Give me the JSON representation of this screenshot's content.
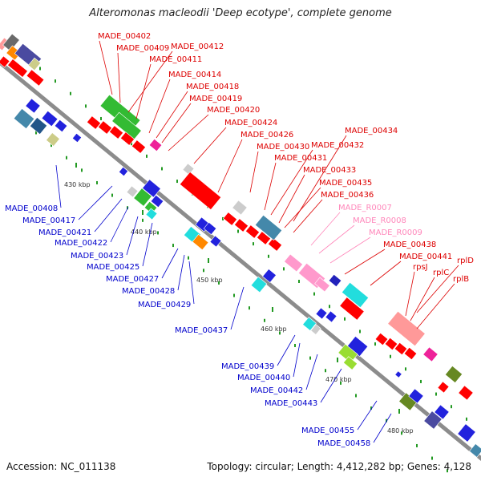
{
  "title": "Alteromonas macleodii 'Deep ecotype', complete genome",
  "footer": {
    "accession": "Accession: NC_011138",
    "summary": "Topology: circular; Length: 4,412,282 bp; Genes: 4,128"
  },
  "colors": {
    "backbone": "#8c8c8c",
    "top_label": "#dd0000",
    "bottom_label": "#0000cc",
    "rna_label": "#ff88bb",
    "tick": "#229922"
  },
  "kbp_markers": [
    "430 kbp",
    "440 kbp",
    "450 kbp",
    "460 kbp",
    "470 kbp",
    "480 kbp"
  ],
  "top_labels": [
    {
      "text": "MADE_00402",
      "kind": "gene"
    },
    {
      "text": "MADE_00409",
      "kind": "gene"
    },
    {
      "text": "MADE_00412",
      "kind": "gene"
    },
    {
      "text": "MADE_00411",
      "kind": "gene"
    },
    {
      "text": "MADE_00414",
      "kind": "gene"
    },
    {
      "text": "MADE_00418",
      "kind": "gene"
    },
    {
      "text": "MADE_00419",
      "kind": "gene"
    },
    {
      "text": "MADE_00420",
      "kind": "gene"
    },
    {
      "text": "MADE_00424",
      "kind": "gene"
    },
    {
      "text": "MADE_00426",
      "kind": "gene"
    },
    {
      "text": "MADE_00434",
      "kind": "gene"
    },
    {
      "text": "MADE_00430",
      "kind": "gene"
    },
    {
      "text": "MADE_00432",
      "kind": "gene"
    },
    {
      "text": "MADE_00431",
      "kind": "gene"
    },
    {
      "text": "MADE_00433",
      "kind": "gene"
    },
    {
      "text": "MADE_00435",
      "kind": "gene"
    },
    {
      "text": "MADE_00436",
      "kind": "gene"
    },
    {
      "text": "MADE_R0007",
      "kind": "rna"
    },
    {
      "text": "MADE_R0008",
      "kind": "rna"
    },
    {
      "text": "MADE_R0009",
      "kind": "rna"
    },
    {
      "text": "MADE_00438",
      "kind": "gene"
    },
    {
      "text": "MADE_00441",
      "kind": "gene"
    },
    {
      "text": "rplD",
      "kind": "gene"
    },
    {
      "text": "rpsJ",
      "kind": "gene"
    },
    {
      "text": "rplC",
      "kind": "gene"
    },
    {
      "text": "rplB",
      "kind": "gene"
    }
  ],
  "bottom_labels": [
    "MADE_00408",
    "MADE_00417",
    "MADE_00421",
    "MADE_00422",
    "MADE_00423",
    "MADE_00425",
    "MADE_00427",
    "MADE_00428",
    "MADE_00429",
    "MADE_00437",
    "MADE_00439",
    "MADE_00440",
    "MADE_00442",
    "MADE_00443",
    "MADE_00455",
    "MADE_00458"
  ]
}
